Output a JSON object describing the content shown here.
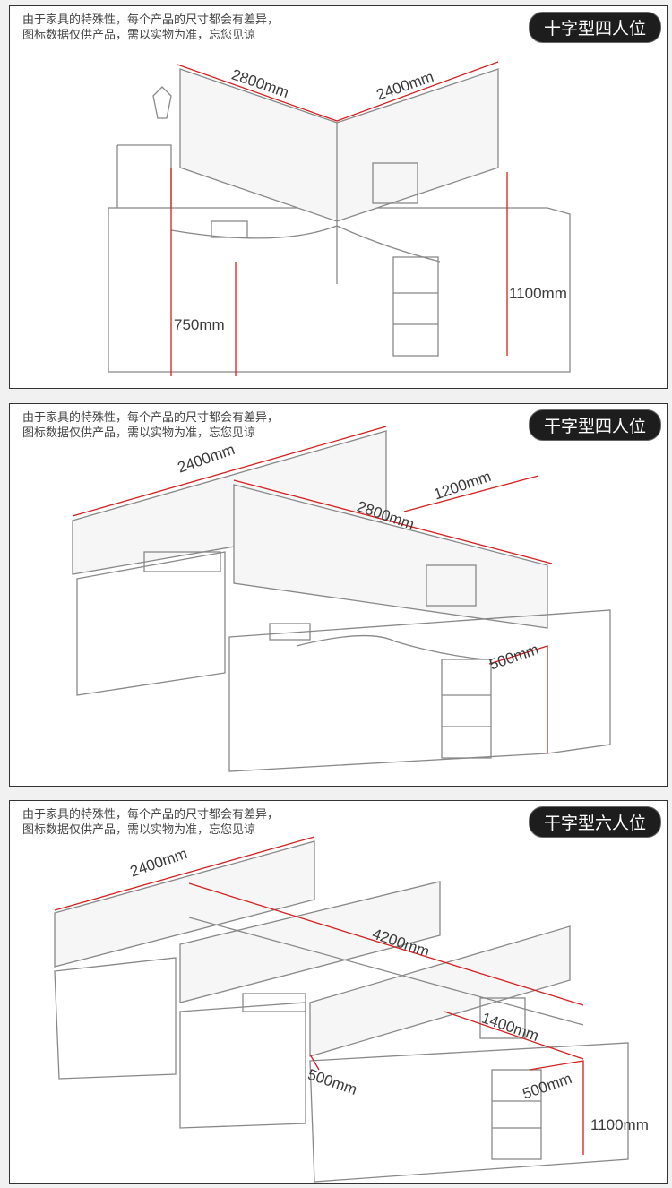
{
  "note_line1": "由于家具的特殊性，每个产品的尺寸都会有差异，",
  "note_line2": "图标数据仅供产品，需以实物为准，忘您见谅",
  "panels": [
    {
      "title": "十字型四人位",
      "dims": [
        "2800mm",
        "2400mm",
        "1100mm",
        "750mm"
      ]
    },
    {
      "title": "干字型四人位",
      "dims": [
        "2400mm",
        "1200mm",
        "2800mm",
        "500mm"
      ]
    },
    {
      "title": "干字型六人位",
      "dims": [
        "2400mm",
        "4200mm",
        "1400mm",
        "500mm",
        "500mm",
        "1100mm"
      ]
    }
  ],
  "colors": {
    "dimension": "#d42020",
    "line": "#777777"
  }
}
